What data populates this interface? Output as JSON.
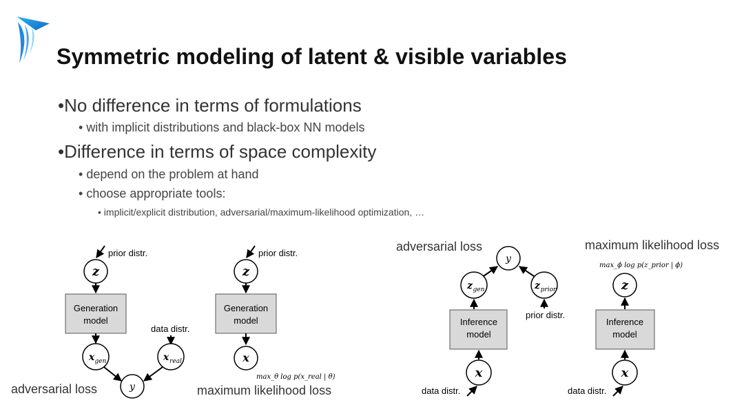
{
  "title": "Symmetric modeling of latent & visible variables",
  "bullets": [
    {
      "text": "No difference in terms of formulations",
      "level": 1
    },
    {
      "text": "with implicit distributions and black-box NN models",
      "level": 2
    },
    {
      "text": "Difference in terms of space complexity",
      "level": 1
    },
    {
      "text": "depend on the problem at hand",
      "level": 2
    },
    {
      "text": "choose appropriate tools:",
      "level": 2
    },
    {
      "text": "implicit/explicit distribution, adversarial/maximum-likelihood optimization, …",
      "level": 3
    }
  ],
  "diagram1": {
    "prior_label": "prior distr.",
    "node_z": "z",
    "box_line1": "Generation",
    "box_line2": "model",
    "data_label": "data distr.",
    "node_xgen": "x",
    "node_xgen_sub": "gen",
    "node_xreal": "x",
    "node_xreal_sub": "real",
    "node_y": "y",
    "loss_label": "adversarial loss"
  },
  "diagram2": {
    "prior_label": "prior distr.",
    "node_z": "z",
    "box_line1": "Generation",
    "box_line2": "model",
    "node_x": "x",
    "formula": "max_θ log p(x_real | θ)",
    "loss_label": "maximum likelihood loss"
  },
  "diagram3": {
    "loss_label": "adversarial loss",
    "node_y": "y",
    "node_zgen": "z",
    "node_zgen_sub": "gen",
    "node_zprior": "z",
    "node_zprior_sub": "prior",
    "prior_label": "prior distr.",
    "box_line1": "Inference",
    "box_line2": "model",
    "node_x": "x",
    "data_label": "data distr."
  },
  "diagram4": {
    "loss_label": "maximum likelihood loss",
    "formula": "max_ϕ log p(z_prior | ϕ)",
    "node_z": "z",
    "box_line1": "Inference",
    "box_line2": "model",
    "node_x": "x",
    "data_label": "data distr."
  },
  "colors": {
    "logo_dark": "#1565c0",
    "logo_light": "#29b6f6",
    "box_fill": "#d9d9d9",
    "title": "#111111",
    "bullet_text": "#333333"
  }
}
